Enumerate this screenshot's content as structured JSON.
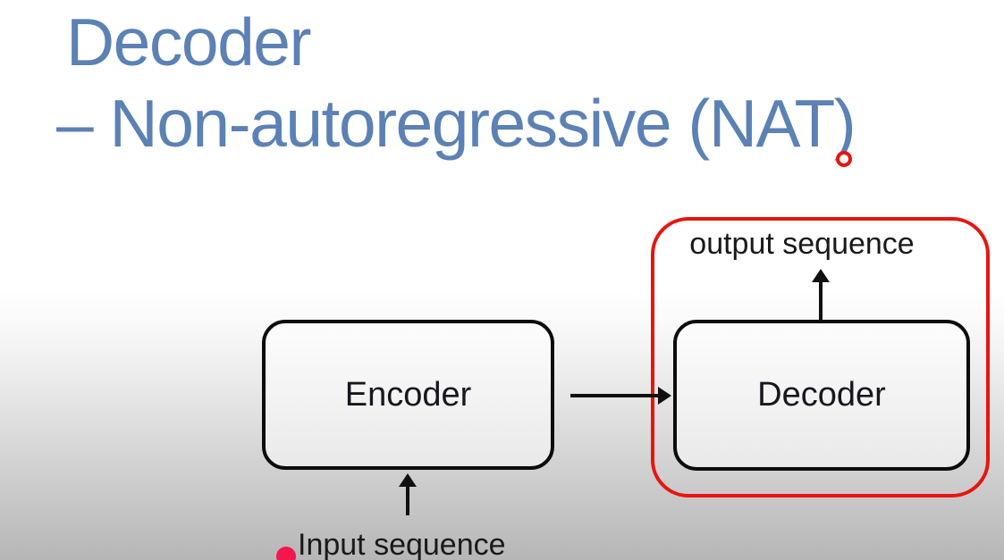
{
  "title": {
    "line1": "Decoder",
    "line2": "– Non-autoregressive (NAT)"
  },
  "diagram": {
    "encoder_label": "Encoder",
    "decoder_label": "Decoder",
    "output_label": "output sequence",
    "input_label": "Input sequence"
  },
  "annotations": {
    "pointer_ring": "red ring under letter A of NAT",
    "pointer_dot": "red dot left of Input sequence label"
  },
  "colors": {
    "title-blue": "#5b81b5",
    "accent-red": "#e8150f",
    "pointer-pink": "#f4164f",
    "box-border": "#0c0c0c",
    "label-text": "#191919",
    "background-bottom": "#b6b6b6"
  }
}
